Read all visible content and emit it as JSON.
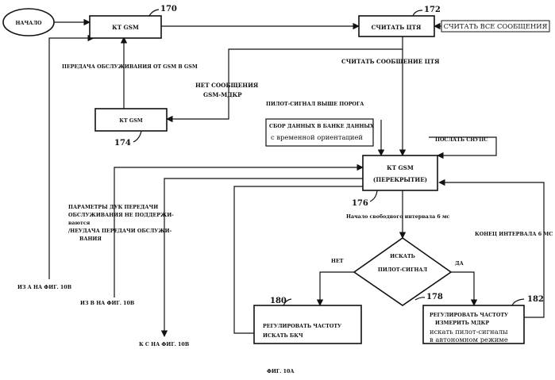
{
  "nodes": {
    "start": "НАЧАЛО",
    "kt_gsm_170": "КТ GSM",
    "read_cta": "СЧИТАТЬ ЦТЯ",
    "read_all": "СЧИТАТЬ ВСЕ СООБЩЕНИЯ",
    "kt_gsm_174": "КТ GSM",
    "overlap_line1": "КТ GSM",
    "overlap_line2": "(ПЕРЕКРЫТИЕ)",
    "decision_line1": "ИСКАТЬ",
    "decision_line2": "ПИЛОТ-СИГНАЛ",
    "box180_line1": "РЕГУЛИРОВАТЬ ЧАСТОТУ",
    "box180_line2": "ИСКАТЬ БКЧ",
    "box182_line1": "РЕГУЛИРОВАТЬ ЧАСТОТУ",
    "box182_line2": "ИЗМЕРИТЬ МДКР",
    "box182_line3": "искать пилот-сигналы",
    "box182_line4": "в автономном режиме"
  },
  "refs": {
    "r170": "170",
    "r172": "172",
    "r174": "174",
    "r176": "176",
    "r178": "178",
    "r180": "180",
    "r182": "182"
  },
  "labels": {
    "handover": "ПЕРЕДАЧА ОБСЛУЖИВАНИЯ ОТ GSM В GSM",
    "no_msg_1": "НЕТ СООБЩЕНИЯ",
    "no_msg_2": "GSM-МДКР",
    "read_msg": "СЧИТАТЬ СООБЩЕНИЕ  ЦТЯ",
    "pilot_above": "ПИЛОТ-СИГНАЛ ВЫШЕ ПОРОГА",
    "collect_1": "СБОР ДАННЫХ В БАНКЕ ДАННЫХ",
    "collect_2": "с временной ориентацией",
    "send_sync": "ПОСЛАТЬ СНУПС",
    "params_1": "ПАРАМЕТРЫ ДУК ПЕРЕДАЧИ",
    "params_2": "ОБСЛУЖИВАНИЯ НЕ ПОДДЕРЖИ-",
    "params_3": "ваются",
    "params_4": "/НЕУДАЧА ПЕРЕДАЧИ ОБСЛУЖИ-",
    "params_5": "ВАНИЯ",
    "start_gap": "Начало свободного интервала 6 мс",
    "end_gap": "КОНЕЦ ИНТЕРВАЛА 6 МС",
    "no": "НЕТ",
    "yes": "ДА",
    "from_a": "ИЗ А НА ФИГ. 10В",
    "from_b": "ИЗ В НА ФИГ. 10В",
    "to_c": "К  С  НА ФИГ. 10В",
    "caption": "ФИГ. 10А"
  }
}
